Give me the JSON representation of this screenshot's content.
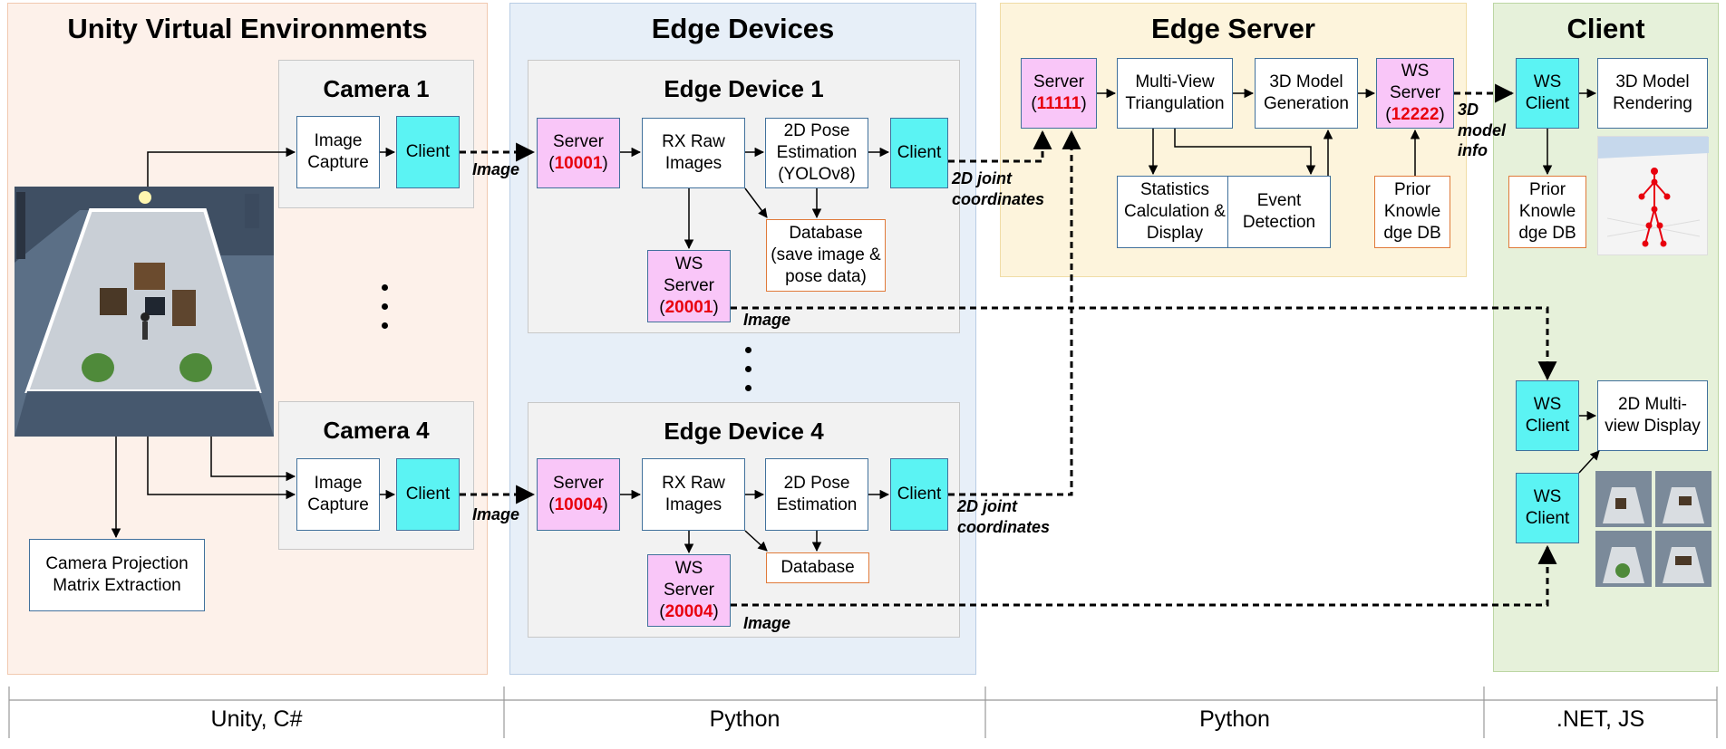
{
  "panels": {
    "unity": "Unity Virtual Environments",
    "edge_devices": "Edge Devices",
    "edge_server": "Edge Server",
    "client": "Client"
  },
  "camera1": {
    "title": "Camera 1",
    "capture": "Image Capture",
    "client": "Client"
  },
  "camera4": {
    "title": "Camera 4",
    "capture": "Image Capture",
    "client": "Client"
  },
  "projection": "Camera Projection Matrix Extraction",
  "device1": {
    "title": "Edge Device 1",
    "server_label": "Server",
    "server_port": "10001",
    "rx": "RX Raw Images",
    "pose": "2D Pose Estimation (YOLOv8)",
    "client": "Client",
    "ws_label": "WS Server",
    "ws_port": "20001",
    "db": "Database (save image & pose data)"
  },
  "device4": {
    "title": "Edge Device 4",
    "server_label": "Server",
    "server_port": "10004",
    "rx": "RX Raw Images",
    "pose": "2D Pose Estimation",
    "client": "Client",
    "ws_label": "WS Server",
    "ws_port": "20004",
    "db": "Database"
  },
  "server": {
    "server_label": "Server",
    "server_port": "11111",
    "triangulation": "Multi-View Triangulation",
    "model_gen": "3D Model Generation",
    "ws_label": "WS Server",
    "ws_port": "12222",
    "stats": "Statistics Calculation & Display",
    "event": "Event Detection",
    "prior": "Prior Knowle dge DB"
  },
  "client": {
    "ws_client": "WS Client",
    "rendering": "3D Model Rendering",
    "prior": "Prior Knowle dge DB",
    "multiview": "2D Multi- view Display"
  },
  "labels": {
    "image": "Image",
    "joint": "2D joint coordinates",
    "model_info": "3D model info"
  },
  "footer": {
    "unity": "Unity, C#",
    "python1": "Python",
    "python2": "Python",
    "dotnet": ".NET, JS"
  },
  "colors": {
    "unity_bg": "#fdf1ea",
    "devices_bg": "#e7eff8",
    "server_bg": "#fdf4dc",
    "client_bg": "#e6f1da",
    "client_box": "#5bf3f3",
    "server_box": "#f9c6f8",
    "port_text": "#e8000e"
  }
}
